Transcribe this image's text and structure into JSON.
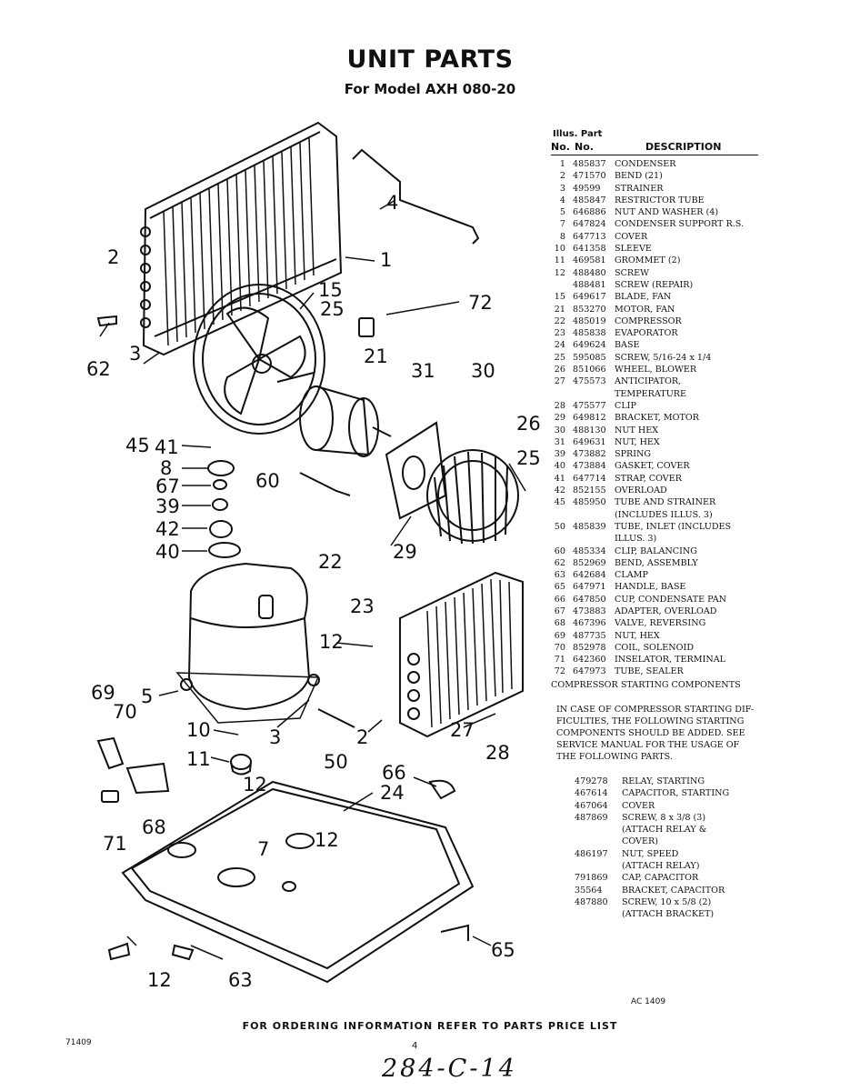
{
  "title": "UNIT PARTS",
  "subtitle": "For Model AXH 080-20",
  "table": {
    "header_top": "Illus.  Part",
    "col_no": "No.",
    "col_part": "No.",
    "col_desc": "DESCRIPTION",
    "rows": [
      {
        "no": "1",
        "part": "485837",
        "desc": "CONDENSER"
      },
      {
        "no": "2",
        "part": "471570",
        "desc": "BEND (21)"
      },
      {
        "no": "3",
        "part": "49599",
        "desc": "STRAINER"
      },
      {
        "no": "4",
        "part": "485847",
        "desc": "RESTRICTOR TUBE"
      },
      {
        "no": "5",
        "part": "646886",
        "desc": "NUT AND WASHER (4)"
      },
      {
        "no": "7",
        "part": "647824",
        "desc": "CONDENSER SUPPORT R.S."
      },
      {
        "no": "8",
        "part": "647713",
        "desc": "COVER"
      },
      {
        "no": "10",
        "part": "641358",
        "desc": "SLEEVE"
      },
      {
        "no": "11",
        "part": "469581",
        "desc": "GROMMET (2)"
      },
      {
        "no": "12",
        "part": "488480",
        "desc": "SCREW"
      },
      {
        "no": "",
        "part": "488481",
        "desc": "SCREW (REPAIR)"
      },
      {
        "no": "15",
        "part": "649617",
        "desc": "BLADE, FAN"
      },
      {
        "no": "21",
        "part": "853270",
        "desc": "MOTOR, FAN"
      },
      {
        "no": "22",
        "part": "485019",
        "desc": "COMPRESSOR"
      },
      {
        "no": "23",
        "part": "485838",
        "desc": "EVAPORATOR"
      },
      {
        "no": "24",
        "part": "649624",
        "desc": "BASE"
      },
      {
        "no": "25",
        "part": "595085",
        "desc": "SCREW, 5/16-24 x 1/4"
      },
      {
        "no": "26",
        "part": "851066",
        "desc": "WHEEL, BLOWER"
      },
      {
        "no": "27",
        "part": "475573",
        "desc": "ANTICIPATOR,"
      },
      {
        "no": "",
        "part": "",
        "desc": "TEMPERATURE"
      },
      {
        "no": "28",
        "part": "475577",
        "desc": "CLIP"
      },
      {
        "no": "29",
        "part": "649812",
        "desc": "BRACKET, MOTOR"
      },
      {
        "no": "30",
        "part": "488130",
        "desc": "NUT HEX"
      },
      {
        "no": "31",
        "part": "649631",
        "desc": "NUT, HEX"
      },
      {
        "no": "39",
        "part": "473882",
        "desc": "SPRING"
      },
      {
        "no": "40",
        "part": "473884",
        "desc": "GASKET, COVER"
      },
      {
        "no": "41",
        "part": "647714",
        "desc": "STRAP, COVER"
      },
      {
        "no": "42",
        "part": "852155",
        "desc": "OVERLOAD"
      },
      {
        "no": "45",
        "part": "485950",
        "desc": "TUBE AND STRAINER"
      },
      {
        "no": "",
        "part": "",
        "desc": "(INCLUDES ILLUS. 3)"
      },
      {
        "no": "50",
        "part": "485839",
        "desc": "TUBE, INLET (INCLUDES"
      },
      {
        "no": "",
        "part": "",
        "desc": "ILLUS. 3)"
      },
      {
        "no": "60",
        "part": "485334",
        "desc": "CLIP, BALANCING"
      },
      {
        "no": "62",
        "part": "852969",
        "desc": "BEND, ASSEMBLY"
      },
      {
        "no": "63",
        "part": "642684",
        "desc": "CLAMP"
      },
      {
        "no": "65",
        "part": "647971",
        "desc": "HANDLE, BASE"
      },
      {
        "no": "66",
        "part": "647850",
        "desc": "CUP, CONDENSATE PAN"
      },
      {
        "no": "67",
        "part": "473883",
        "desc": "ADAPTER, OVERLOAD"
      },
      {
        "no": "68",
        "part": "467396",
        "desc": "VALVE, REVERSING"
      },
      {
        "no": "69",
        "part": "487735",
        "desc": "NUT, HEX"
      },
      {
        "no": "70",
        "part": "852978",
        "desc": "COIL, SOLENOID"
      },
      {
        "no": "71",
        "part": "642360",
        "desc": "INSELATOR, TERMINAL"
      },
      {
        "no": "72",
        "part": "647973",
        "desc": "TUBE, SEALER"
      }
    ],
    "section_head": "COMPRESSOR STARTING COMPONENTS"
  },
  "note": "IN CASE OF COMPRESSOR STARTING DIF-FICULTIES, THE FOLLOWING STARTING COMPONENTS SHOULD BE ADDED. SEE SERVICE MANUAL FOR THE USAGE OF THE FOLLOWING PARTS.",
  "starting_rows": [
    {
      "part": "479278",
      "desc": "RELAY, STARTING"
    },
    {
      "part": "467614",
      "desc": "CAPACITOR, STARTING"
    },
    {
      "part": "467064",
      "desc": "COVER"
    },
    {
      "part": "487869",
      "desc": "SCREW, 8 x 3/8 (3)"
    },
    {
      "part": "",
      "desc": "(ATTACH RELAY &"
    },
    {
      "part": "",
      "desc": "COVER)"
    },
    {
      "part": "486197",
      "desc": "NUT, SPEED"
    },
    {
      "part": "",
      "desc": "(ATTACH RELAY)"
    },
    {
      "part": "791869",
      "desc": "CAP, CAPACITOR"
    },
    {
      "part": "35564",
      "desc": "BRACKET, CAPACITOR"
    },
    {
      "part": "487880",
      "desc": "SCREW, 10 x 5/8 (2)"
    },
    {
      "part": "",
      "desc": "(ATTACH BRACKET)"
    }
  ],
  "callouts": {
    "c1": "1",
    "c2a": "2",
    "c2b": "2",
    "c3a": "3",
    "c3b": "3",
    "c4": "4",
    "c5": "5",
    "c7": "7",
    "c8": "8",
    "c10": "10",
    "c11": "11",
    "c12a": "12",
    "c12b": "12",
    "c12c": "12",
    "c12d": "12",
    "c15": "15",
    "c21": "21",
    "c22": "22",
    "c23": "23",
    "c24": "24",
    "c25a": "25",
    "c25b": "25",
    "c26": "26",
    "c27": "27",
    "c28": "28",
    "c29": "29",
    "c30": "30",
    "c31": "31",
    "c39": "39",
    "c40": "40",
    "c41": "41",
    "c42": "42",
    "c45": "45",
    "c50": "50",
    "c60": "60",
    "c62": "62",
    "c63": "63",
    "c65": "65",
    "c66": "66",
    "c67": "67",
    "c68": "68",
    "c69": "69",
    "c70": "70",
    "c71": "71",
    "c72": "72"
  },
  "ac_code": "AC 1409",
  "footer": "FOR ORDERING INFORMATION REFER TO PARTS PRICE LIST",
  "doc_number": "71409",
  "page_number": "4",
  "handwritten": "284-C-14"
}
